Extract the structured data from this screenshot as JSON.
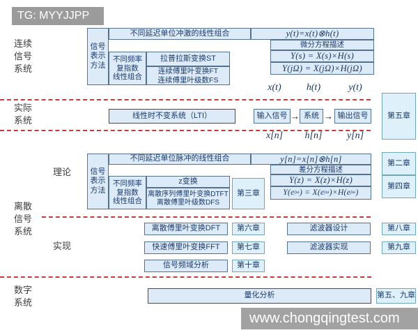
{
  "header": {
    "tag": "TG: MYYJJPP"
  },
  "watermark": {
    "url": "www.chongqingtest.com"
  },
  "colors": {
    "box_fill": "#dcebf7",
    "box_border": "#54718e",
    "chapter_fill": "#def0f9",
    "chapter_border": "#71a6b8",
    "text_navy": "#1d3a6b",
    "dashed_line_red": "#c43b3b",
    "header_gray": "#9b9b9b",
    "watermark_gray": "#a2a2a2"
  },
  "side_labels": {
    "continuous": "连续\n信号\n系统",
    "actual": "实际\n系统",
    "theory": "理论",
    "discrete": "离散\n信号\n系统",
    "implementation": "实现",
    "digital": "数字\n系统"
  },
  "continuous": {
    "method_label": "信号\n表示\n方法",
    "impulse_bar": "不同延迟单位冲激的线性组合",
    "conv_formula": "y(t)=x(t)⊗h(t)",
    "diff_eq": "微分方程描述",
    "ys_formula": "Y(s) = X(s)×H(s)",
    "yjw_formula": "Y(jΩ) = X(jΩ)×H(jΩ)",
    "freq_label": "不同频率\n复指数\n线性组合",
    "laplace": "拉普拉斯变换ST",
    "fourier": "连续傅里叶变换FT\n连续傅里叶级数FS",
    "signals": [
      "x(t)",
      "h(t)",
      "y(t)"
    ]
  },
  "actual": {
    "lti": "线性时不变系统（LTI）",
    "input": "输入信号",
    "system": "系统",
    "output": "输出信号",
    "chapter": "第五章",
    "signals": [
      "x[n]",
      "h[n]",
      "y[n]"
    ]
  },
  "discrete": {
    "method_label": "信号\n表示\n方法",
    "pulse_bar": "不同延迟单位脉冲的线性组合",
    "conv_formula": "y[n]=x[n]⊗h[n]",
    "diff_eq": "差分方程描述",
    "yz_formula": "Y(z) = X(z)×H(z)",
    "yejw_formula": "Y(e<sup>jω</sup>) = X(e<sup>jω</sup>)×H(e<sup>jω</sup>)",
    "freq_label": "不同频率\n复指数\n线性组合",
    "z_transform": "z变换",
    "dtft": "离散序列傅里叶变换DTFT\n离散傅里叶级数DFS",
    "ch3": "第三章",
    "ch2": "第二章",
    "ch4": "第四章"
  },
  "implementation": {
    "rows": [
      {
        "left": "离散傅里叶变换DFT",
        "left_ch": "第六章",
        "right": "滤波器设计",
        "right_ch": "第八章"
      },
      {
        "left": "快速傅里叶变换FFT",
        "left_ch": "第七章",
        "right": "滤波器实现",
        "right_ch": "第九章"
      },
      {
        "left": "信号频域分析",
        "left_ch": "第十章"
      }
    ]
  },
  "digital": {
    "quantization": "量化分析",
    "chapter": "第五、九章"
  }
}
